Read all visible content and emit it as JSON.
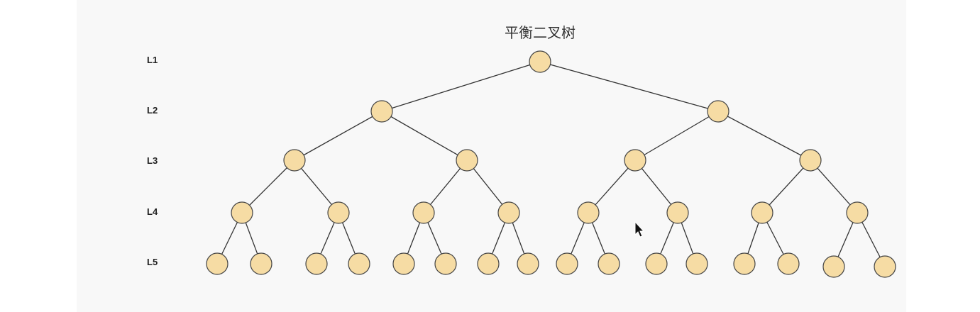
{
  "diagram": {
    "title": "平衡二叉树",
    "levels": [
      "L1",
      "L2",
      "L3",
      "L4",
      "L5"
    ],
    "node_fill": "#f6dca4",
    "node_stroke": "#444444",
    "edge_color": "#333333",
    "tree_depth": 5
  }
}
